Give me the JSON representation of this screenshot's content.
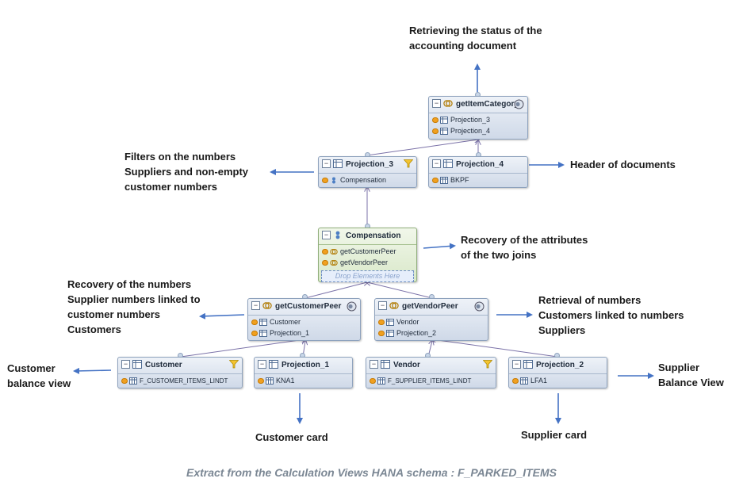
{
  "nodes": {
    "getItemCategory": {
      "title": "getItemCategory",
      "rows": [
        "Projection_3",
        "Projection_4"
      ]
    },
    "projection3": {
      "title": "Projection_3",
      "rows": [
        "Compensation"
      ]
    },
    "projection4": {
      "title": "Projection_4",
      "rows": [
        "BKPF"
      ]
    },
    "compensation": {
      "title": "Compensation",
      "rows": [
        "getCustomerPeer",
        "getVendorPeer"
      ],
      "drop": "Drop Elements Here"
    },
    "getCustomerPeer": {
      "title": "getCustomerPeer",
      "rows": [
        "Customer",
        "Projection_1"
      ]
    },
    "getVendorPeer": {
      "title": "getVendorPeer",
      "rows": [
        "Vendor",
        "Projection_2"
      ]
    },
    "customer": {
      "title": "Customer",
      "rows": [
        "F_CUSTOMER_ITEMS_LINDT"
      ]
    },
    "projection1": {
      "title": "Projection_1",
      "rows": [
        "KNA1"
      ]
    },
    "vendor": {
      "title": "Vendor",
      "rows": [
        "F_SUPPLIER_ITEMS_LINDT"
      ]
    },
    "projection2": {
      "title": "Projection_2",
      "rows": [
        "LFA1"
      ]
    }
  },
  "annotations": {
    "status": [
      "Retrieving the status of the",
      "accounting document"
    ],
    "filters": [
      "Filters on the numbers",
      "Suppliers and non-empty",
      "customer numbers"
    ],
    "header": [
      "Header of documents"
    ],
    "recovery_attr": [
      "Recovery of the attributes",
      "of the two joins"
    ],
    "recovery_num": [
      "Recovery of the numbers",
      "Supplier numbers linked to",
      "customer numbers",
      "Customers"
    ],
    "retrieval_num": [
      "Retrieval of numbers",
      "Customers linked to numbers",
      "Suppliers"
    ],
    "cust_balance": [
      "Customer",
      "balance view"
    ],
    "supp_balance": [
      "Supplier",
      "Balance View"
    ],
    "cust_card": [
      "Customer card"
    ],
    "supp_card": [
      "Supplier card"
    ]
  },
  "caption": "Extract from the Calculation Views HANA schema : F_PARKED_ITEMS",
  "colors": {
    "arrow": "#4472c4",
    "link": "#7b72a8",
    "node_border": "#8ea2bd",
    "node_fill": "#dfe6f0",
    "compensation_fill": "#e3efd6"
  }
}
